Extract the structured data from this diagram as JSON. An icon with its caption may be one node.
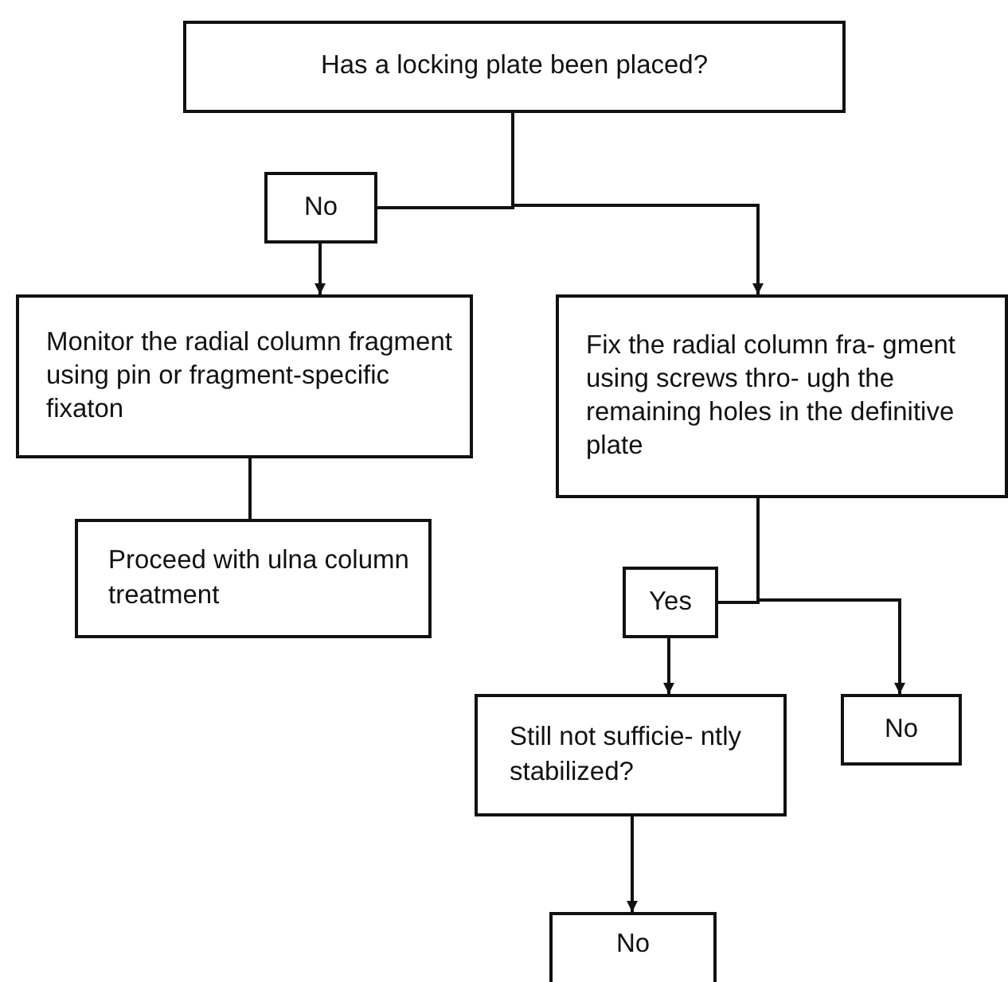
{
  "diagram": {
    "nodes": [
      {
        "text": [
          "Has a locking plate been placed?"
        ]
      },
      {
        "text": [
          "No"
        ]
      },
      {
        "text": [
          "Monitor the radial column fragment using pin or fragment-specific fixaton"
        ]
      },
      {
        "text": [
          "Fix the radial column fra- gment using screws thro- ugh the remaining holes in the definitive plate"
        ]
      },
      {
        "text": [
          "Proceed with ulna column treatment"
        ]
      },
      {
        "text": [
          "Yes"
        ]
      },
      {
        "text": [
          "Still not sufficie- ntly stabilized?"
        ]
      },
      {
        "text": [
          "No"
        ]
      },
      {
        "text": [
          "No"
        ]
      }
    ],
    "edges": [
      {
        "from": 0,
        "to": 1,
        "arrow": "none"
      },
      {
        "from": 0,
        "to": 3,
        "arrow": "to"
      },
      {
        "from": 1,
        "to": 2,
        "arrow": "to"
      },
      {
        "from": 2,
        "to": 4,
        "arrow": "none"
      },
      {
        "from": 3,
        "to": 5,
        "arrow": "none"
      },
      {
        "from": 3,
        "to": 7,
        "arrow": "to"
      },
      {
        "from": 5,
        "to": 6,
        "arrow": "to"
      },
      {
        "from": 6,
        "to": 8,
        "arrow": "to"
      }
    ]
  }
}
